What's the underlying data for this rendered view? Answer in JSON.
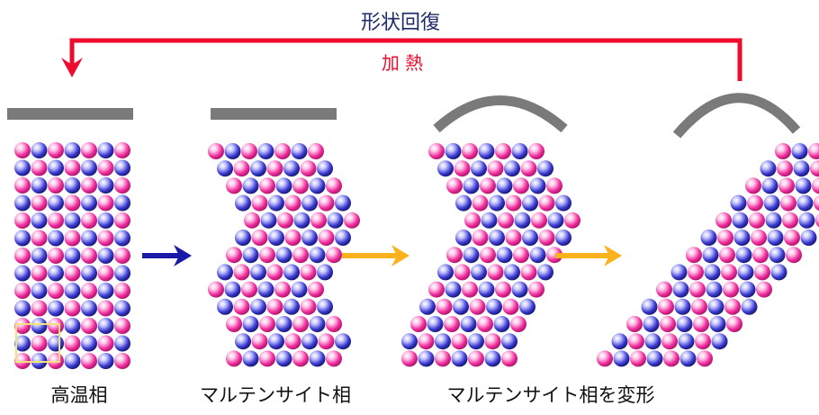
{
  "top_label": "形状回復",
  "heat_label": "加 熱",
  "phases": [
    {
      "label": "高温相"
    },
    {
      "label": "マルテンサイト相"
    },
    {
      "label": "マルテンサイト相を変形"
    }
  ],
  "colors": {
    "feedback_arrow": "#ee0b2e",
    "heat_text": "#ee0b2e",
    "title_text": "#1c2a6a",
    "label_text": "#111111",
    "bar": "#7a7a7a",
    "arrow_blue": "#1a1aa8",
    "arrow_orange": "#fbb21c",
    "atom_pink": "#ee2b9a",
    "atom_blue": "#3a3ad0",
    "unit_cell_box": "#f1e37a"
  }
}
